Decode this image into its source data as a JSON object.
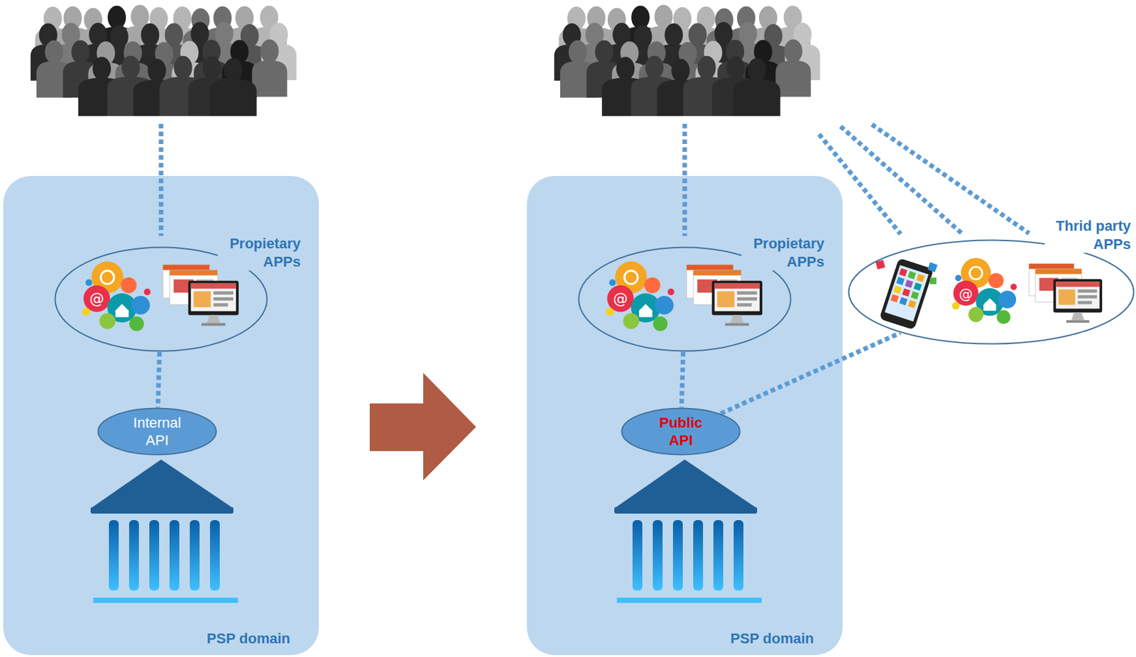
{
  "diagram": {
    "nodes": [
      {
        "text": [
          "PSP domain"
        ]
      },
      {
        "text": [
          "Propietary APPs"
        ],
        "in": 0
      },
      {
        "text": [
          "Internal API"
        ],
        "in": 0
      },
      {
        "text": [
          "PSP domain"
        ]
      },
      {
        "text": [
          "Propietary APPs"
        ],
        "in": 3
      },
      {
        "text": [
          "Public API"
        ],
        "in": 3
      },
      {
        "text": [
          "Thrid party APPs"
        ]
      }
    ],
    "edges": [
      {
        "from": 1,
        "to": 2,
        "arrow": "none"
      },
      {
        "from": 4,
        "to": 5,
        "arrow": "none"
      },
      {
        "from": 5,
        "to": 6,
        "arrow": "none"
      }
    ]
  }
}
